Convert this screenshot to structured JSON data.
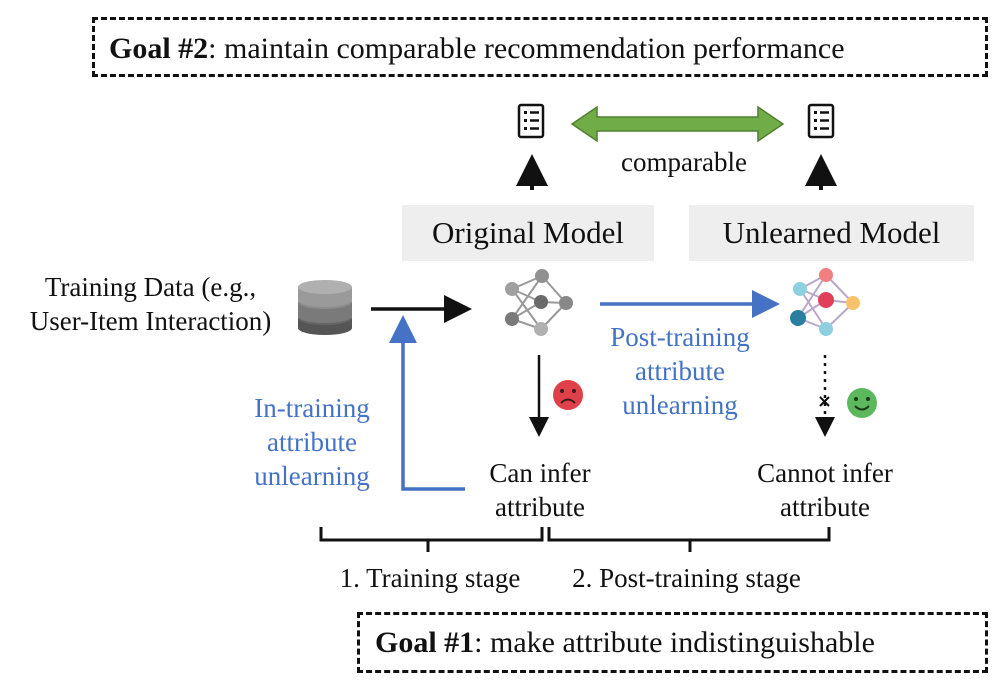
{
  "goal2": {
    "label": "Goal #2",
    "text": ": maintain comparable recommendation performance"
  },
  "goal1": {
    "label": "Goal #1",
    "text": ": make attribute indistinguishable"
  },
  "comparable": "comparable",
  "original_model": "Original Model",
  "unlearned_model": "Unlearned Model",
  "training_data": {
    "line1": "Training Data (e.g.,",
    "line2": "User-Item Interaction)"
  },
  "in_training": {
    "line1": "In-training",
    "line2": "attribute",
    "line3": "unlearning"
  },
  "post_training": {
    "line1": "Post-training",
    "line2": "attribute",
    "line3": "unlearning"
  },
  "can_infer": {
    "line1": "Can infer",
    "line2": "attribute"
  },
  "cannot_infer": {
    "line1": "Cannot infer",
    "line2": "attribute"
  },
  "stage1": "1. Training stage",
  "stage2": "2. Post-training stage",
  "colors": {
    "blue": "#4472c4",
    "green": "#70ad47",
    "sad": "#e0404a",
    "happy": "#5cb85c"
  },
  "icons": [
    "list-icon",
    "database-icon",
    "neural-network-icon",
    "sad-face-icon",
    "smiley-face-icon"
  ]
}
